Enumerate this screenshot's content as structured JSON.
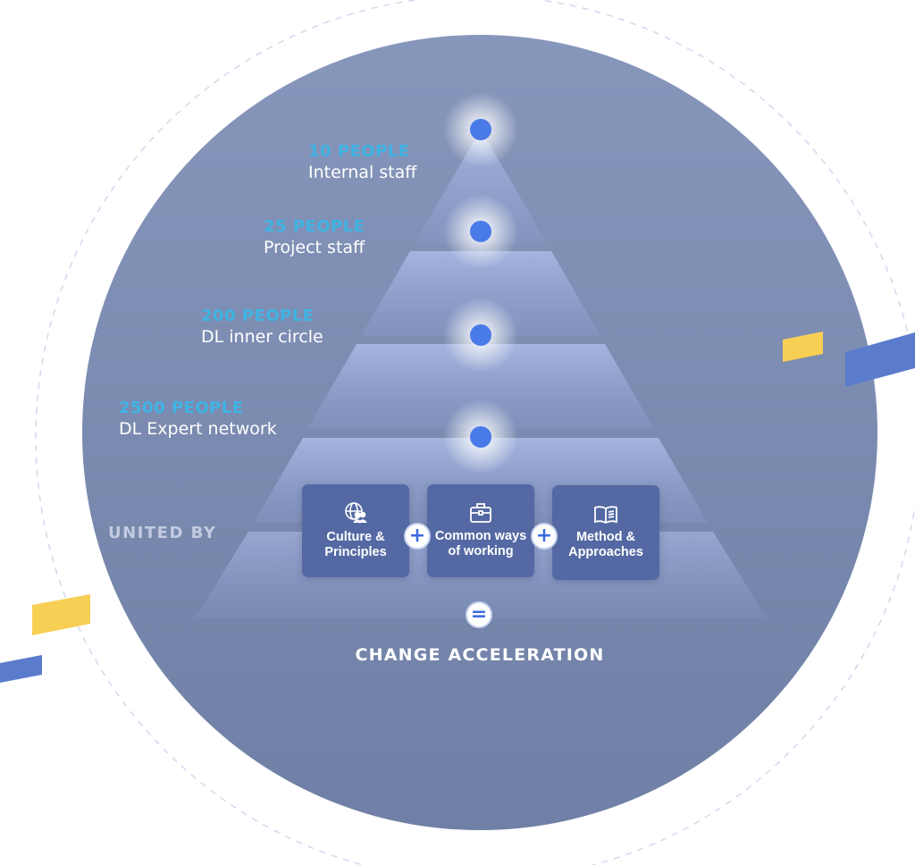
{
  "tiers": [
    {
      "count": "10 PEOPLE",
      "role": "Internal staff"
    },
    {
      "count": "25 PEOPLE",
      "role": "Project staff"
    },
    {
      "count": "200 PEOPLE",
      "role": "DL inner circle"
    },
    {
      "count": "2500 PEOPLE",
      "role": "DL Expert network"
    }
  ],
  "united_by": "UNITED BY",
  "pillars": [
    {
      "label": "Culture & Principles",
      "icon": "globe-people-icon"
    },
    {
      "label": "Common ways of working",
      "icon": "briefcase-icon"
    },
    {
      "label": "Method & Approaches",
      "icon": "book-icon"
    }
  ],
  "plus": "+",
  "equals": "=",
  "result": "CHANGE ACCELERATION",
  "colors": {
    "circle": "#7a89b0",
    "accent": "#4a7ae8",
    "count": "#3fb4e4",
    "yellow": "#f7cf55",
    "blue_bar": "#5b7ccc"
  }
}
